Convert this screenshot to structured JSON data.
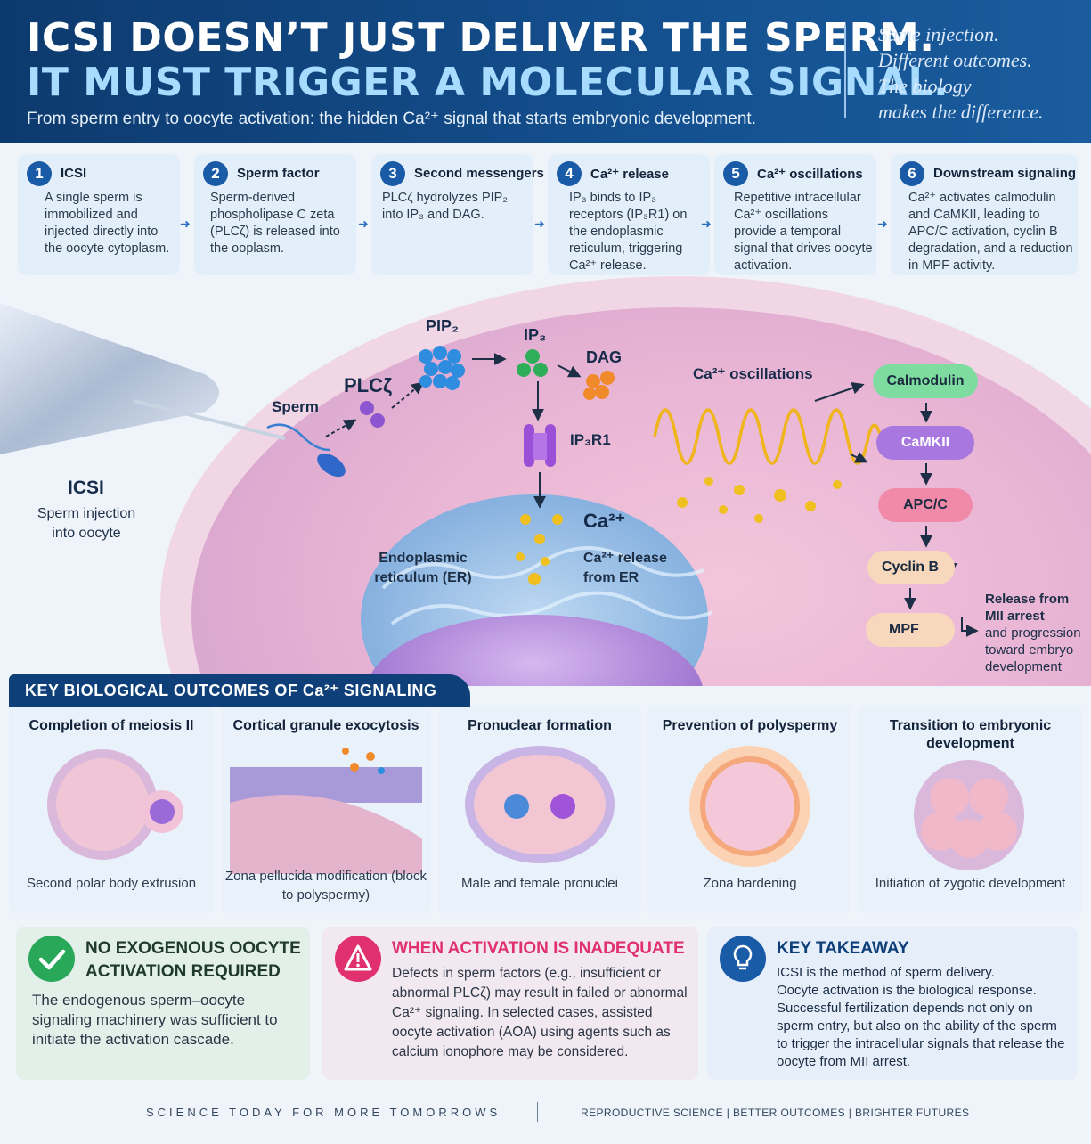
{
  "header": {
    "line1": "ICSI DOESN’T JUST DELIVER THE SPERM.",
    "line2": "IT MUST TRIGGER A MOLECULAR SIGNAL.",
    "subtitle": "From sperm entry to oocyte activation: the hidden Ca²⁺ signal that starts embryonic development.",
    "quote": [
      "Same injection.",
      "Different outcomes.",
      "The biology",
      "makes the difference."
    ]
  },
  "steps": [
    {
      "num": "1",
      "title": "ICSI",
      "text": "A single sperm is immobilized and injected directly into the oocyte cytoplasm."
    },
    {
      "num": "2",
      "title": "Sperm factor",
      "text": "Sperm-derived phospholipase C zeta (PLCζ) is released into the ooplasm."
    },
    {
      "num": "3",
      "title": "Second messengers",
      "text": "PLCζ hydrolyzes PIP₂ into IP₃ and DAG."
    },
    {
      "num": "4",
      "title": "Ca²⁺ release",
      "text": "IP₃ binds to IP₃ receptors (IP₃R1) on the endoplasmic reticulum, triggering Ca²⁺ release."
    },
    {
      "num": "5",
      "title": "Ca²⁺ oscillations",
      "text": "Repetitive intracellular Ca²⁺ oscillations provide a temporal signal that drives oocyte activation."
    },
    {
      "num": "6",
      "title": "Downstream signaling",
      "text": "Ca²⁺ activates calmodulin and CaMKII, leading to APC/C activation, cyclin B degradation, and a reduction in MPF activity."
    }
  ],
  "diagram": {
    "icsi_label": "ICSI",
    "icsi_sub": [
      "Sperm injection",
      "into oocyte"
    ],
    "sperm": "Sperm",
    "plcz": "PLCζ",
    "pip2": "PIP₂",
    "ip3": "IP₃",
    "dag": "DAG",
    "ip3r1": "IP₃R1",
    "ca": "Ca²⁺",
    "ca_release": [
      "Ca²⁺ release",
      "from ER"
    ],
    "er": [
      "Endoplasmic",
      "reticulum (ER)"
    ],
    "oscillations": "Ca²⁺ oscillations",
    "cascade": {
      "calmodulin": "Calmodulin",
      "camkii": "CaMKII",
      "apcc": "APC/C",
      "cyclinb": "Cyclin B",
      "mpf": "MPF",
      "release_bold": [
        "Release from",
        "MII arrest"
      ],
      "release_text": [
        "and progression",
        "toward embryo",
        "development"
      ]
    },
    "colors": {
      "calmodulin": "#7fdca0",
      "camkii": "#a878e0",
      "apcc": "#f08aa8",
      "cyclinb": "#f8d8bc",
      "mpf": "#f8d8bc"
    }
  },
  "outcomes": {
    "header": "KEY BIOLOGICAL OUTCOMES OF Ca²⁺ SIGNALING",
    "items": [
      {
        "title": "Completion of meiosis II",
        "text": "Second polar body extrusion"
      },
      {
        "title": "Cortical granule exocytosis",
        "text": "Zona pellucida modification (block to polyspermy)"
      },
      {
        "title": "Pronuclear formation",
        "text": "Male and female pronuclei"
      },
      {
        "title": "Prevention of polyspermy",
        "text": "Zona hardening"
      },
      {
        "title": "Transition to embryonic development",
        "text": "Initiation of zygotic development"
      }
    ]
  },
  "cards": {
    "c1": {
      "title": [
        "NO EXOGENOUS OOCYTE",
        "ACTIVATION REQUIRED"
      ],
      "text": "The endogenous sperm–oocyte signaling machinery was sufficient to initiate the activation cascade.",
      "color": "#1f7a3a"
    },
    "c2": {
      "title": "WHEN ACTIVATION IS INADEQUATE",
      "text": "Defects in sperm factors (e.g., insufficient or abnormal PLCζ) may result in failed or abnormal Ca²⁺ signaling. In selected cases, assisted oocyte activation (AOA) using agents such as calcium ionophore may be considered.",
      "color": "#e0306e"
    },
    "c3": {
      "title": "KEY TAKEAWAY",
      "lines": [
        "ICSI is the method of sperm delivery.",
        "Oocyte activation is the biological response.",
        "Successful fertilization depends not only on sperm entry, but also on the ability of the sperm to trigger the intracellular signals that release the oocyte from MII arrest."
      ],
      "color": "#0e3f78"
    }
  },
  "footer": {
    "left": "SCIENCE TODAY FOR MORE TOMORROWS",
    "right": "REPRODUCTIVE SCIENCE  |  BETTER OUTCOMES  |  BRIGHTER FUTURES"
  }
}
